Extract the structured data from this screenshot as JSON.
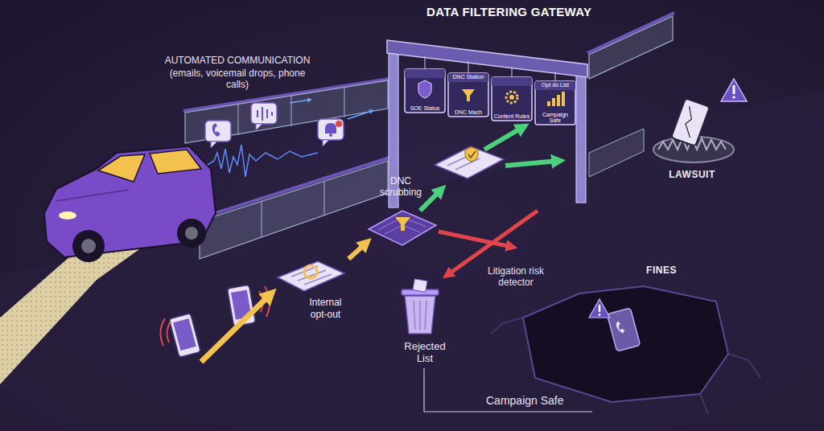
{
  "diagram": {
    "title": "DATA FILTERING GATEWAY",
    "nodes": [
      {
        "text": [
          "SOE Status"
        ]
      },
      {
        "text": [
          "DNC Station",
          "DNC Mach"
        ]
      },
      {
        "text": [
          "Content Rules"
        ]
      },
      {
        "text": [
          "Opt do List",
          "Campaign Safe"
        ]
      },
      {
        "text": [
          "Internal opt-out"
        ]
      },
      {
        "text": [
          "DNC scrubbing"
        ]
      },
      {
        "text": [
          "Rejected List"
        ]
      },
      {
        "text": [
          "LAWSUIT"
        ]
      },
      {
        "text": [
          "FINES"
        ]
      }
    ],
    "edges": [
      {
        "from": 4,
        "to": 5,
        "arrow": "to"
      }
    ],
    "labels": [
      "AUTOMATED COMMUNICATION",
      "(emails, voicemail drops, phone calls)",
      "Litigation risk detector",
      "Campaign Safe"
    ]
  }
}
